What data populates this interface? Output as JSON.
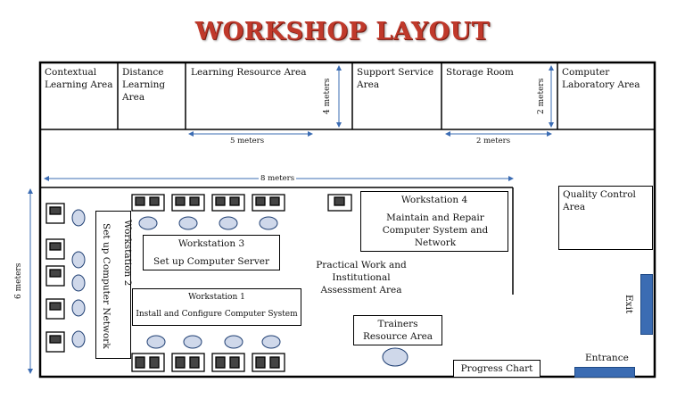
{
  "title": "WORKSHOP LAYOUT",
  "areas": {
    "contextual": "Contextual Learning Area",
    "distance": "Distance Learning Area",
    "resource": "Learning Resource Area",
    "support": "Support Service Area",
    "storage": "Storage Room",
    "computer_lab": "Computer Laboratory Area",
    "quality": "Quality Control Area",
    "practical": "Practical Work and Institutional Assessment Area",
    "trainers": "Trainers Resource Area",
    "progress": "Progress Chart",
    "entrance": "Entrance",
    "exit": "Exit"
  },
  "workstations": {
    "ws1_title": "Workstation 1",
    "ws1_task": "Install and Configure Computer System",
    "ws2_title": "Workstation 2",
    "ws2_task": "Set up Computer Network",
    "ws3_title": "Workstation 3",
    "ws3_task": "Set up Computer Server",
    "ws4_title": "Workstation 4",
    "ws4_task": "Maintain and Repair Computer System and Network"
  },
  "dimensions": {
    "d4": "4 meters",
    "d2v": "2 meters",
    "d5": "5 meters",
    "d2h": "2 meters",
    "d8": "8 meters",
    "d6": "6 meters"
  },
  "colors": {
    "title": "#c0392b",
    "accent": "#3b6cb3",
    "chair": "#cfd8ea"
  }
}
